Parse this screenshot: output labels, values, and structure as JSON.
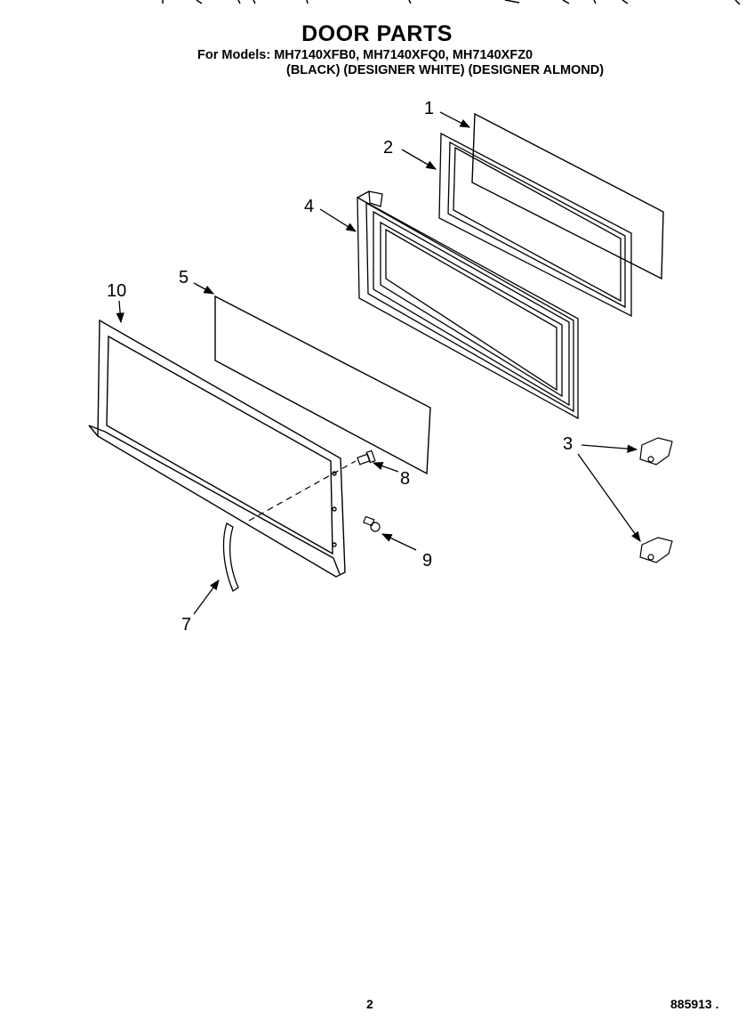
{
  "header": {
    "title": "DOOR PARTS",
    "models": "For Models: MH7140XFB0, MH7140XFQ0, MH7140XFZ0",
    "colors": "(BLACK) (DESIGNER WHITE) (DESIGNER ALMOND)"
  },
  "callouts": [
    "1",
    "2",
    "3",
    "4",
    "5",
    "7",
    "8",
    "9",
    "10"
  ],
  "footer": {
    "page_number": "2",
    "doc_number": "885913 ."
  }
}
